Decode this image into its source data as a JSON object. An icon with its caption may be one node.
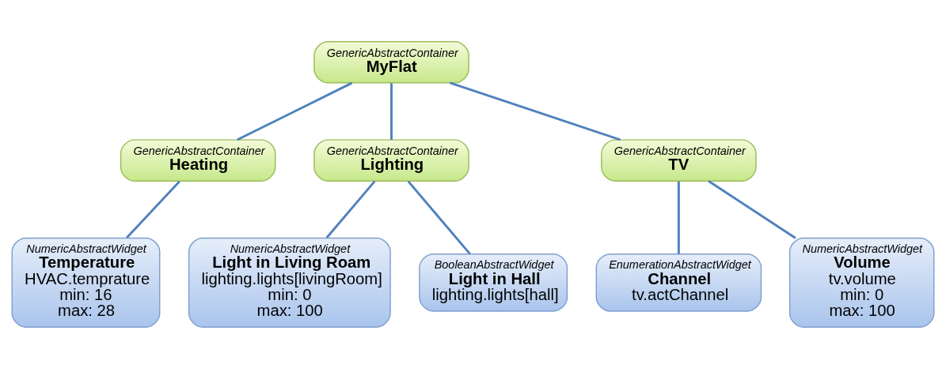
{
  "diagram": {
    "nodes": [
      {
        "text": [
          "GenericAbstractContainer",
          "MyFlat"
        ]
      },
      {
        "text": [
          "GenericAbstractContainer",
          "Heating"
        ]
      },
      {
        "text": [
          "GenericAbstractContainer",
          "Lighting"
        ]
      },
      {
        "text": [
          "GenericAbstractContainer",
          "TV"
        ]
      },
      {
        "text": [
          "NumericAbstractWidget",
          "Temperature",
          "HVAC.temprature",
          "min: 16",
          "max: 28"
        ]
      },
      {
        "text": [
          "NumericAbstractWidget",
          "Light in Living Roam",
          "lighting.lights[livingRoom]",
          "min: 0",
          "max: 100"
        ]
      },
      {
        "text": [
          "BooleanAbstractWidget",
          "Light in Hall",
          "lighting.lights[hall]"
        ]
      },
      {
        "text": [
          "EnumerationAbstractWidget",
          "Channel",
          "tv.actChannel"
        ]
      },
      {
        "text": [
          "NumericAbstractWidget",
          "Volume",
          "tv.volume",
          "min: 0",
          "max: 100"
        ]
      }
    ],
    "edges": [
      {
        "from": 0,
        "to": 1,
        "arrow": "none"
      },
      {
        "from": 0,
        "to": 2,
        "arrow": "none"
      },
      {
        "from": 0,
        "to": 3,
        "arrow": "none"
      },
      {
        "from": 1,
        "to": 4,
        "arrow": "none"
      },
      {
        "from": 2,
        "to": 5,
        "arrow": "none"
      },
      {
        "from": 2,
        "to": 6,
        "arrow": "none"
      },
      {
        "from": 3,
        "to": 7,
        "arrow": "none"
      },
      {
        "from": 3,
        "to": 8,
        "arrow": "none"
      }
    ]
  }
}
